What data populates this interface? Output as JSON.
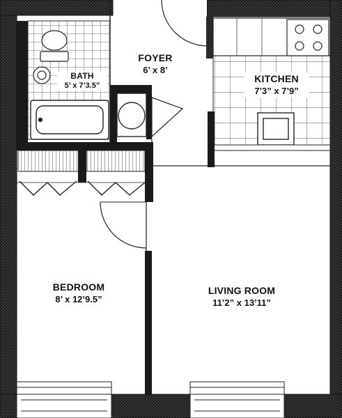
{
  "rooms": {
    "foyer": {
      "name": "FOYER",
      "dimensions": "6’ x 8’"
    },
    "bath": {
      "name": "BATH",
      "dimensions": "5’ x 7’3.5”"
    },
    "kitchen": {
      "name": "KITCHEN",
      "dimensions": "7’3” x 7’9”"
    },
    "bedroom": {
      "name": "BEDROOM",
      "dimensions": "8’ x 12’9.5”"
    },
    "living_room": {
      "name": "LIVING ROOM",
      "dimensions": "11’2” x 13’11”"
    }
  },
  "colors": {
    "wall": "#1a1a1a",
    "wall_hatch": "#3a3a3a",
    "line": "#222222",
    "background": "#ffffff"
  }
}
